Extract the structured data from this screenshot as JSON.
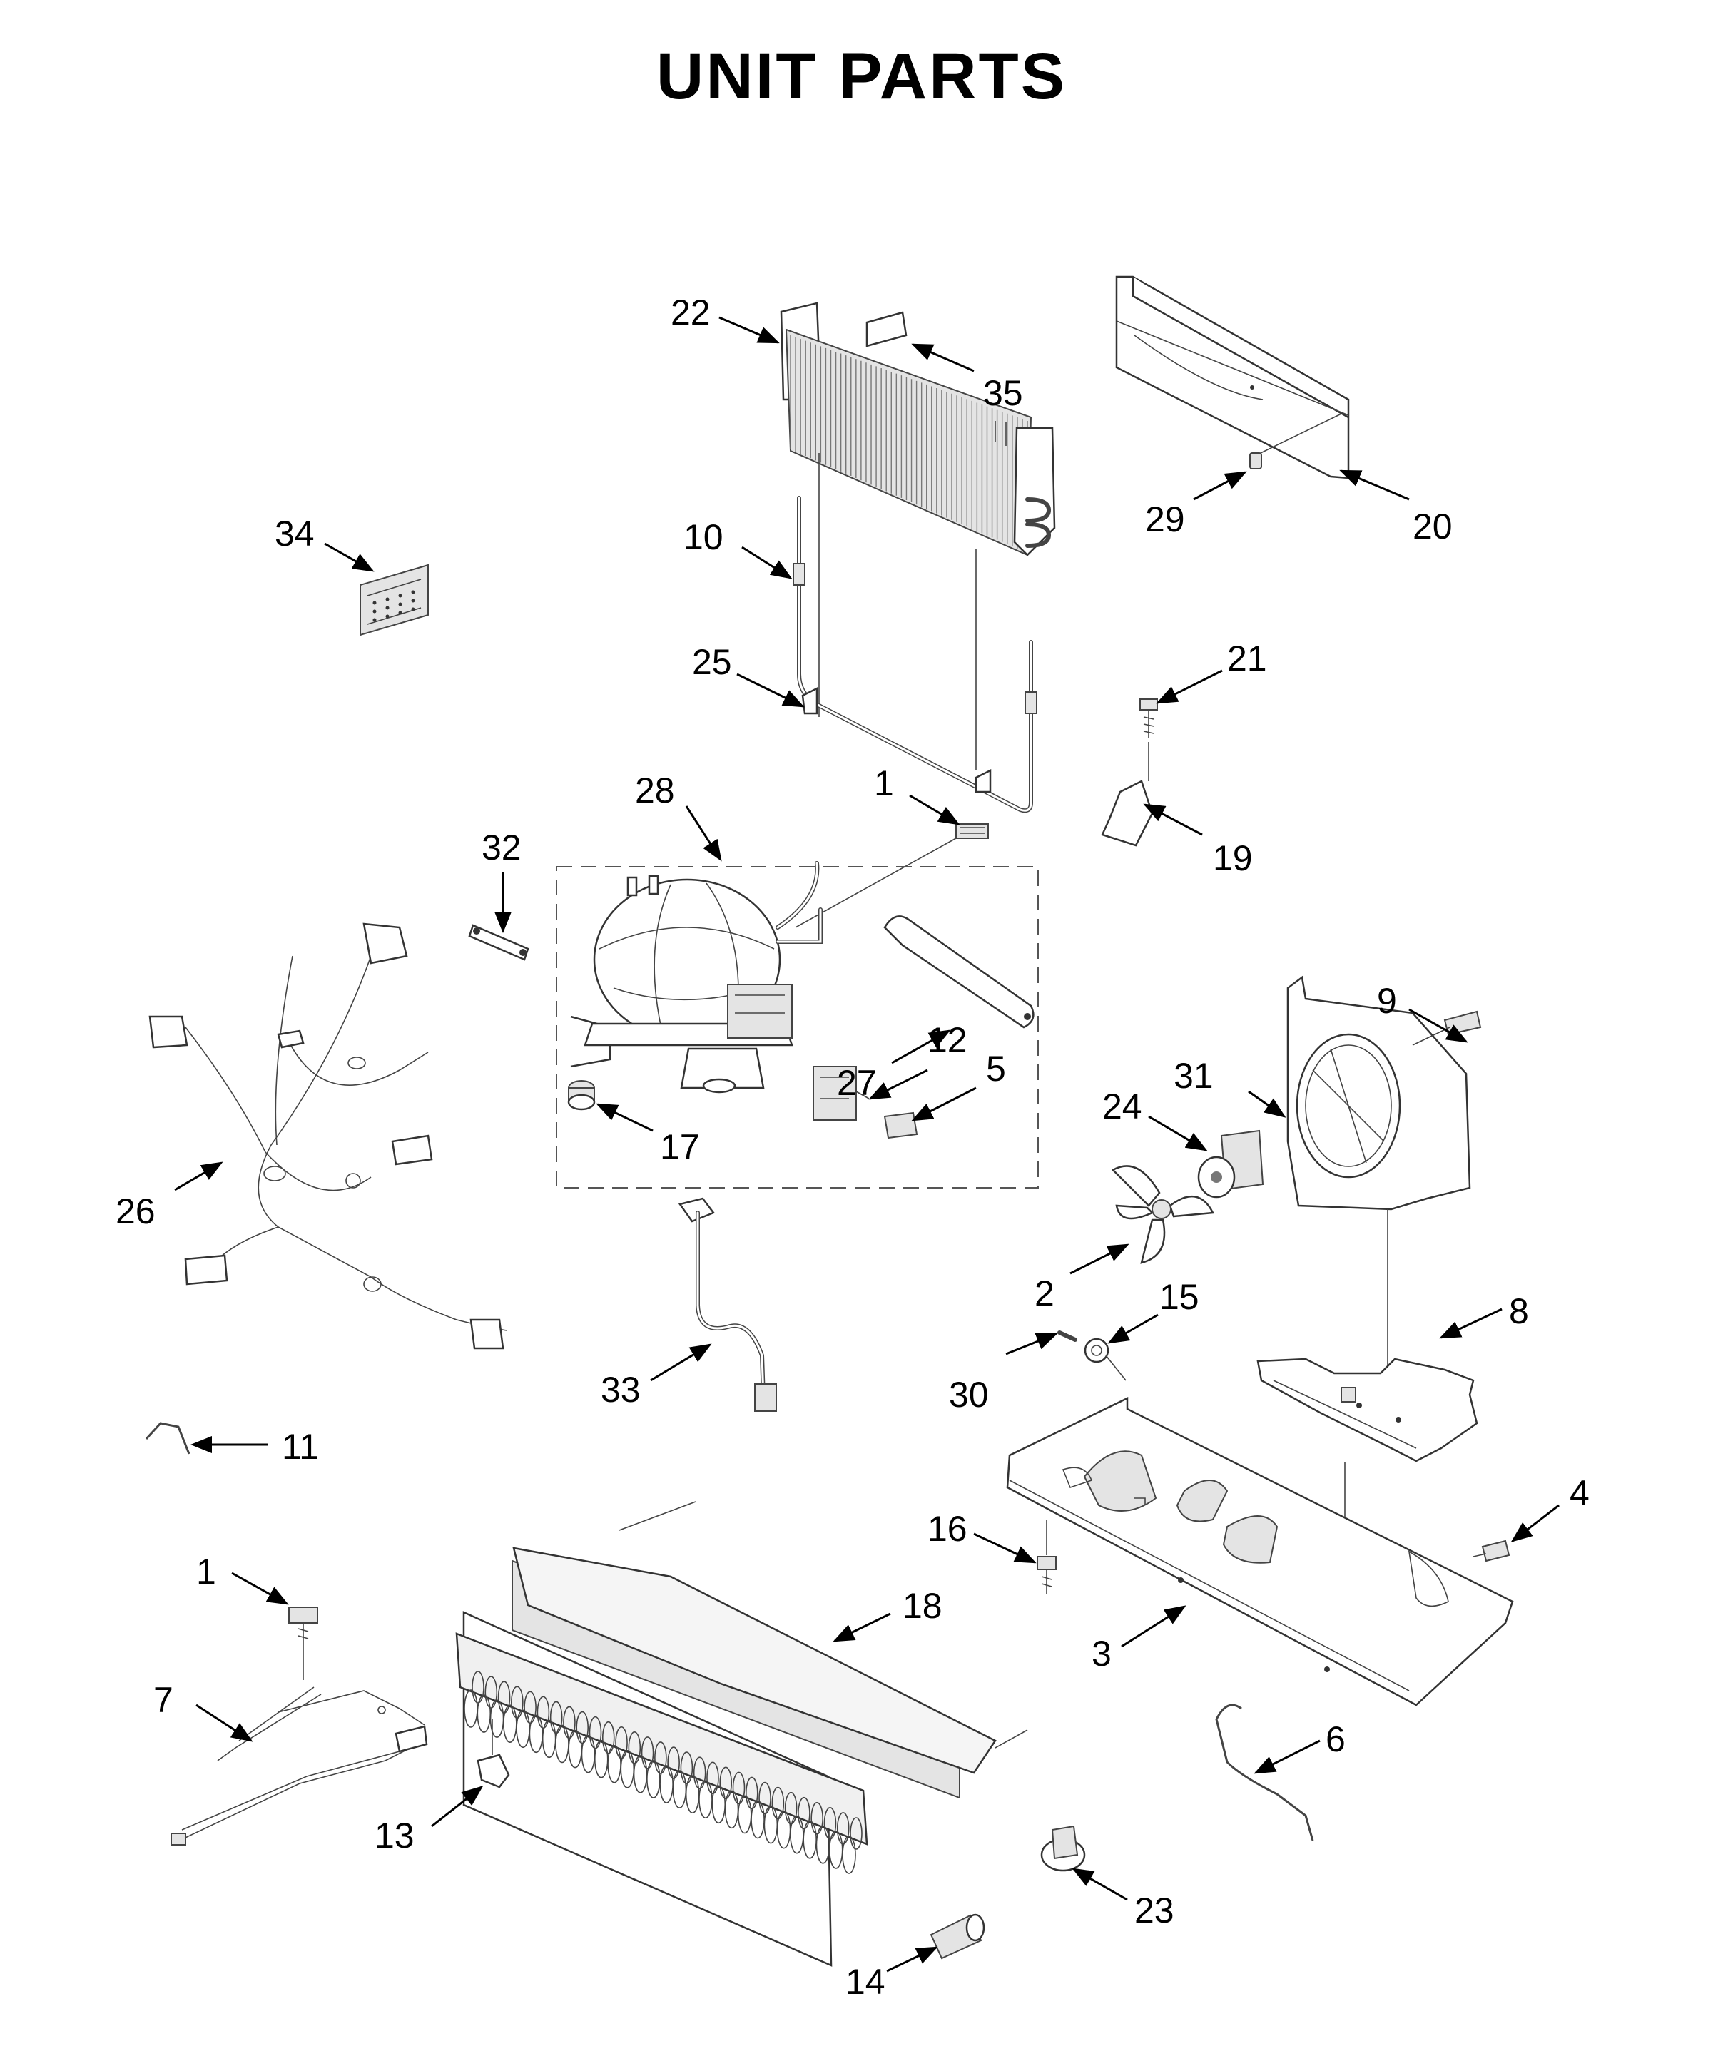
{
  "title": "UNIT PARTS",
  "callouts": [
    {
      "id": "22",
      "label": "22"
    },
    {
      "id": "35",
      "label": "35"
    },
    {
      "id": "29",
      "label": "29"
    },
    {
      "id": "20",
      "label": "20"
    },
    {
      "id": "34",
      "label": "34"
    },
    {
      "id": "10",
      "label": "10"
    },
    {
      "id": "25",
      "label": "25"
    },
    {
      "id": "21",
      "label": "21"
    },
    {
      "id": "1a",
      "label": "1"
    },
    {
      "id": "28",
      "label": "28"
    },
    {
      "id": "19",
      "label": "19"
    },
    {
      "id": "32",
      "label": "32"
    },
    {
      "id": "9",
      "label": "9"
    },
    {
      "id": "31",
      "label": "31"
    },
    {
      "id": "27",
      "label": "27"
    },
    {
      "id": "12",
      "label": "12"
    },
    {
      "id": "5",
      "label": "5"
    },
    {
      "id": "24",
      "label": "24"
    },
    {
      "id": "17",
      "label": "17"
    },
    {
      "id": "26",
      "label": "26"
    },
    {
      "id": "2",
      "label": "2"
    },
    {
      "id": "15",
      "label": "15"
    },
    {
      "id": "8",
      "label": "8"
    },
    {
      "id": "30",
      "label": "30"
    },
    {
      "id": "33",
      "label": "33"
    },
    {
      "id": "11",
      "label": "11"
    },
    {
      "id": "4",
      "label": "4"
    },
    {
      "id": "16",
      "label": "16"
    },
    {
      "id": "1b",
      "label": "1"
    },
    {
      "id": "18",
      "label": "18"
    },
    {
      "id": "3",
      "label": "3"
    },
    {
      "id": "7",
      "label": "7"
    },
    {
      "id": "6",
      "label": "6"
    },
    {
      "id": "13",
      "label": "13"
    },
    {
      "id": "23",
      "label": "23"
    },
    {
      "id": "14",
      "label": "14"
    }
  ]
}
